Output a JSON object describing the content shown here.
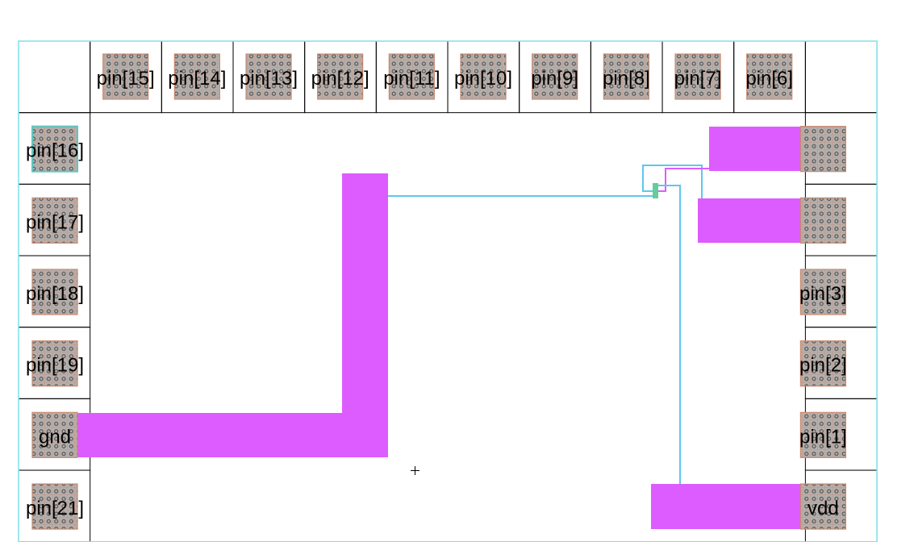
{
  "colors": {
    "border": "#7fe0e8",
    "metal": "#dd5cff",
    "wire": "#5cc8ee",
    "via": "#66cc99",
    "pad": "#b4b0ae"
  },
  "top_pins": [
    "pin[15]",
    "pin[14]",
    "pin[13]",
    "pin[12]",
    "pin[11]",
    "pin[10]",
    "pin[9]",
    "pin[8]",
    "pin[7]",
    "pin[6]"
  ],
  "left_pins": [
    "pin[16]",
    "pin[17]",
    "pin[18]",
    "pin[19]",
    "gnd",
    "pin[21]"
  ],
  "right_pins": [
    "",
    "",
    "pin[3]",
    "pin[2]",
    "pin[1]",
    "vdd"
  ]
}
